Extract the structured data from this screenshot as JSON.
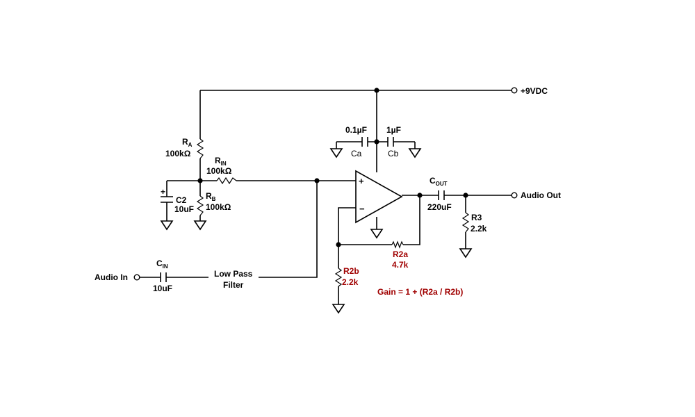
{
  "supply": {
    "label": "+9VDC"
  },
  "input": {
    "label": "Audio In"
  },
  "output": {
    "label": "Audio Out"
  },
  "filter": {
    "line1": "Low Pass",
    "line2": "Filter"
  },
  "components": {
    "ra": {
      "letter": "R",
      "sub": "A",
      "value": "100kΩ"
    },
    "rin": {
      "letter": "R",
      "sub": "IN",
      "value": "100kΩ"
    },
    "rb": {
      "letter": "R",
      "sub": "B",
      "value": "100kΩ"
    },
    "c2": {
      "name": "C2",
      "value": "10uF",
      "polarity": "+"
    },
    "cin": {
      "letter": "C",
      "sub": "IN",
      "value": "10uF"
    },
    "ca": {
      "name": "Ca",
      "value": "0.1µF"
    },
    "cb": {
      "name": "Cb",
      "value": "1µF"
    },
    "cout": {
      "letter": "C",
      "sub": "OUT",
      "value": "220uF"
    },
    "r2a": {
      "name": "R2a",
      "value": "4.7k"
    },
    "r2b": {
      "name": "R2b",
      "value": "2.2k"
    },
    "r3": {
      "name": "R3",
      "value": "2.2k"
    }
  },
  "opamp": {
    "plus": "+",
    "minus": "−"
  },
  "gain_formula": "Gain = 1 + (R2a / R2b)",
  "colors": {
    "wire": "#000000",
    "annotation": "#a00000",
    "background": "#ffffff"
  }
}
